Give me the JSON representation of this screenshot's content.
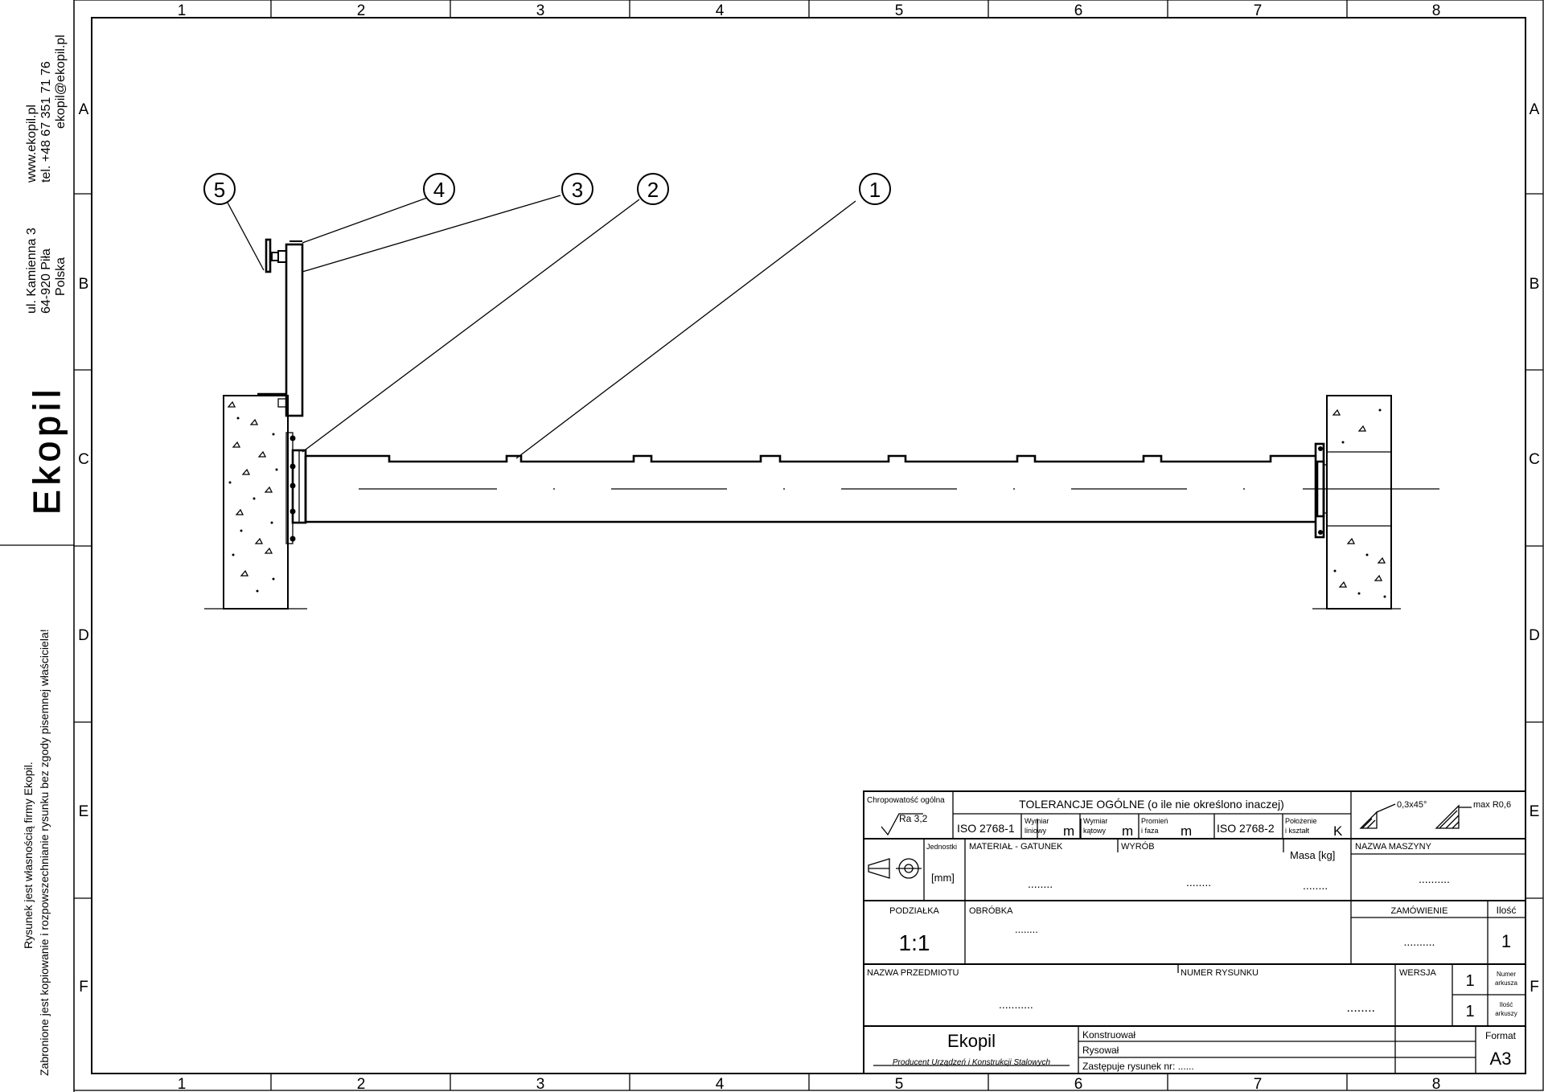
{
  "frame": {
    "columns": [
      "1",
      "2",
      "3",
      "4",
      "5",
      "6",
      "7",
      "8"
    ],
    "rows": [
      "A",
      "B",
      "C",
      "D",
      "E",
      "F"
    ]
  },
  "side_panel": {
    "website": "www.ekopil.pl",
    "phone": "tel. +48 67 351 71 76",
    "email": "ekopil@ekopil.pl",
    "street": "ul. Kamienna 3",
    "city": "64-920 Piła",
    "country": "Polska",
    "logo": "Ekopil",
    "notice_1": "Rysunek jest własnością firmy Ekopil.",
    "notice_2": "Zabronione jest kopiowanie i rozpowszechnianie rysunku bez zgody pisemnej właściciela!"
  },
  "callouts": [
    "5",
    "4",
    "3",
    "2",
    "1"
  ],
  "title_block": {
    "roughness_label": "Chropowatość ogólna",
    "roughness_value": "Ra 3,2",
    "tolerance_title": "TOLERANCJE OGÓLNE (o ile nie określono inaczej)",
    "iso1": "ISO 2768-1",
    "linear_label_1": "Wymiar",
    "linear_label_2": "liniowy",
    "linear_value": "m",
    "angular_label_1": "Wymiar",
    "angular_label_2": "kątowy",
    "angular_value": "m",
    "radius_label_1": "Promień",
    "radius_label_2": "i faza",
    "radius_value": "m",
    "iso2": "ISO 2768-2",
    "position_label_1": "Położenie",
    "position_label_2": "i kształt",
    "position_value": "K",
    "chamfer": "0,3x45°",
    "max_radius": "max R0,6",
    "unit_label": "Jednostki",
    "unit_value": "[mm]",
    "material_label": "MATERIAŁ - GATUNEK",
    "material_value": "........",
    "product_label": "WYRÓB",
    "product_value": "........",
    "mass_label": "Masa [kg]",
    "mass_value": "........",
    "machine_label": "NAZWA MASZYNY",
    "machine_value": "..........",
    "scale_label": "PODZIAŁKA",
    "scale_value": "1:1",
    "processing_label": "OBRÓBKA",
    "processing_value": "........",
    "order_label": "ZAMÓWIENIE",
    "order_value": "..........",
    "quantity_label": "Ilość",
    "quantity_value": "1",
    "part_name_label": "NAZWA PRZEDMIOTU",
    "part_name_value": "...........",
    "drawing_no_label": "NUMER RYSUNKU",
    "drawing_no_value": "........",
    "version_label": "WERSJA",
    "version_value": "1",
    "sheet_no_label_1": "Numer",
    "sheet_no_label_2": "arkusza",
    "sheet_no_value": "1",
    "sheet_count_label_1": "Ilość",
    "sheet_count_label_2": "arkuszy",
    "sheet_count_value": "1",
    "company": "Ekopil",
    "company_tagline": "Producent Urządzeń i Konstrukcji Stalowych",
    "designed_by": "Konstruował",
    "drawn_by": "Rysował",
    "replaces": "Zastępuje rysunek nr: ......",
    "format_label": "Format",
    "format_value": "A3"
  }
}
